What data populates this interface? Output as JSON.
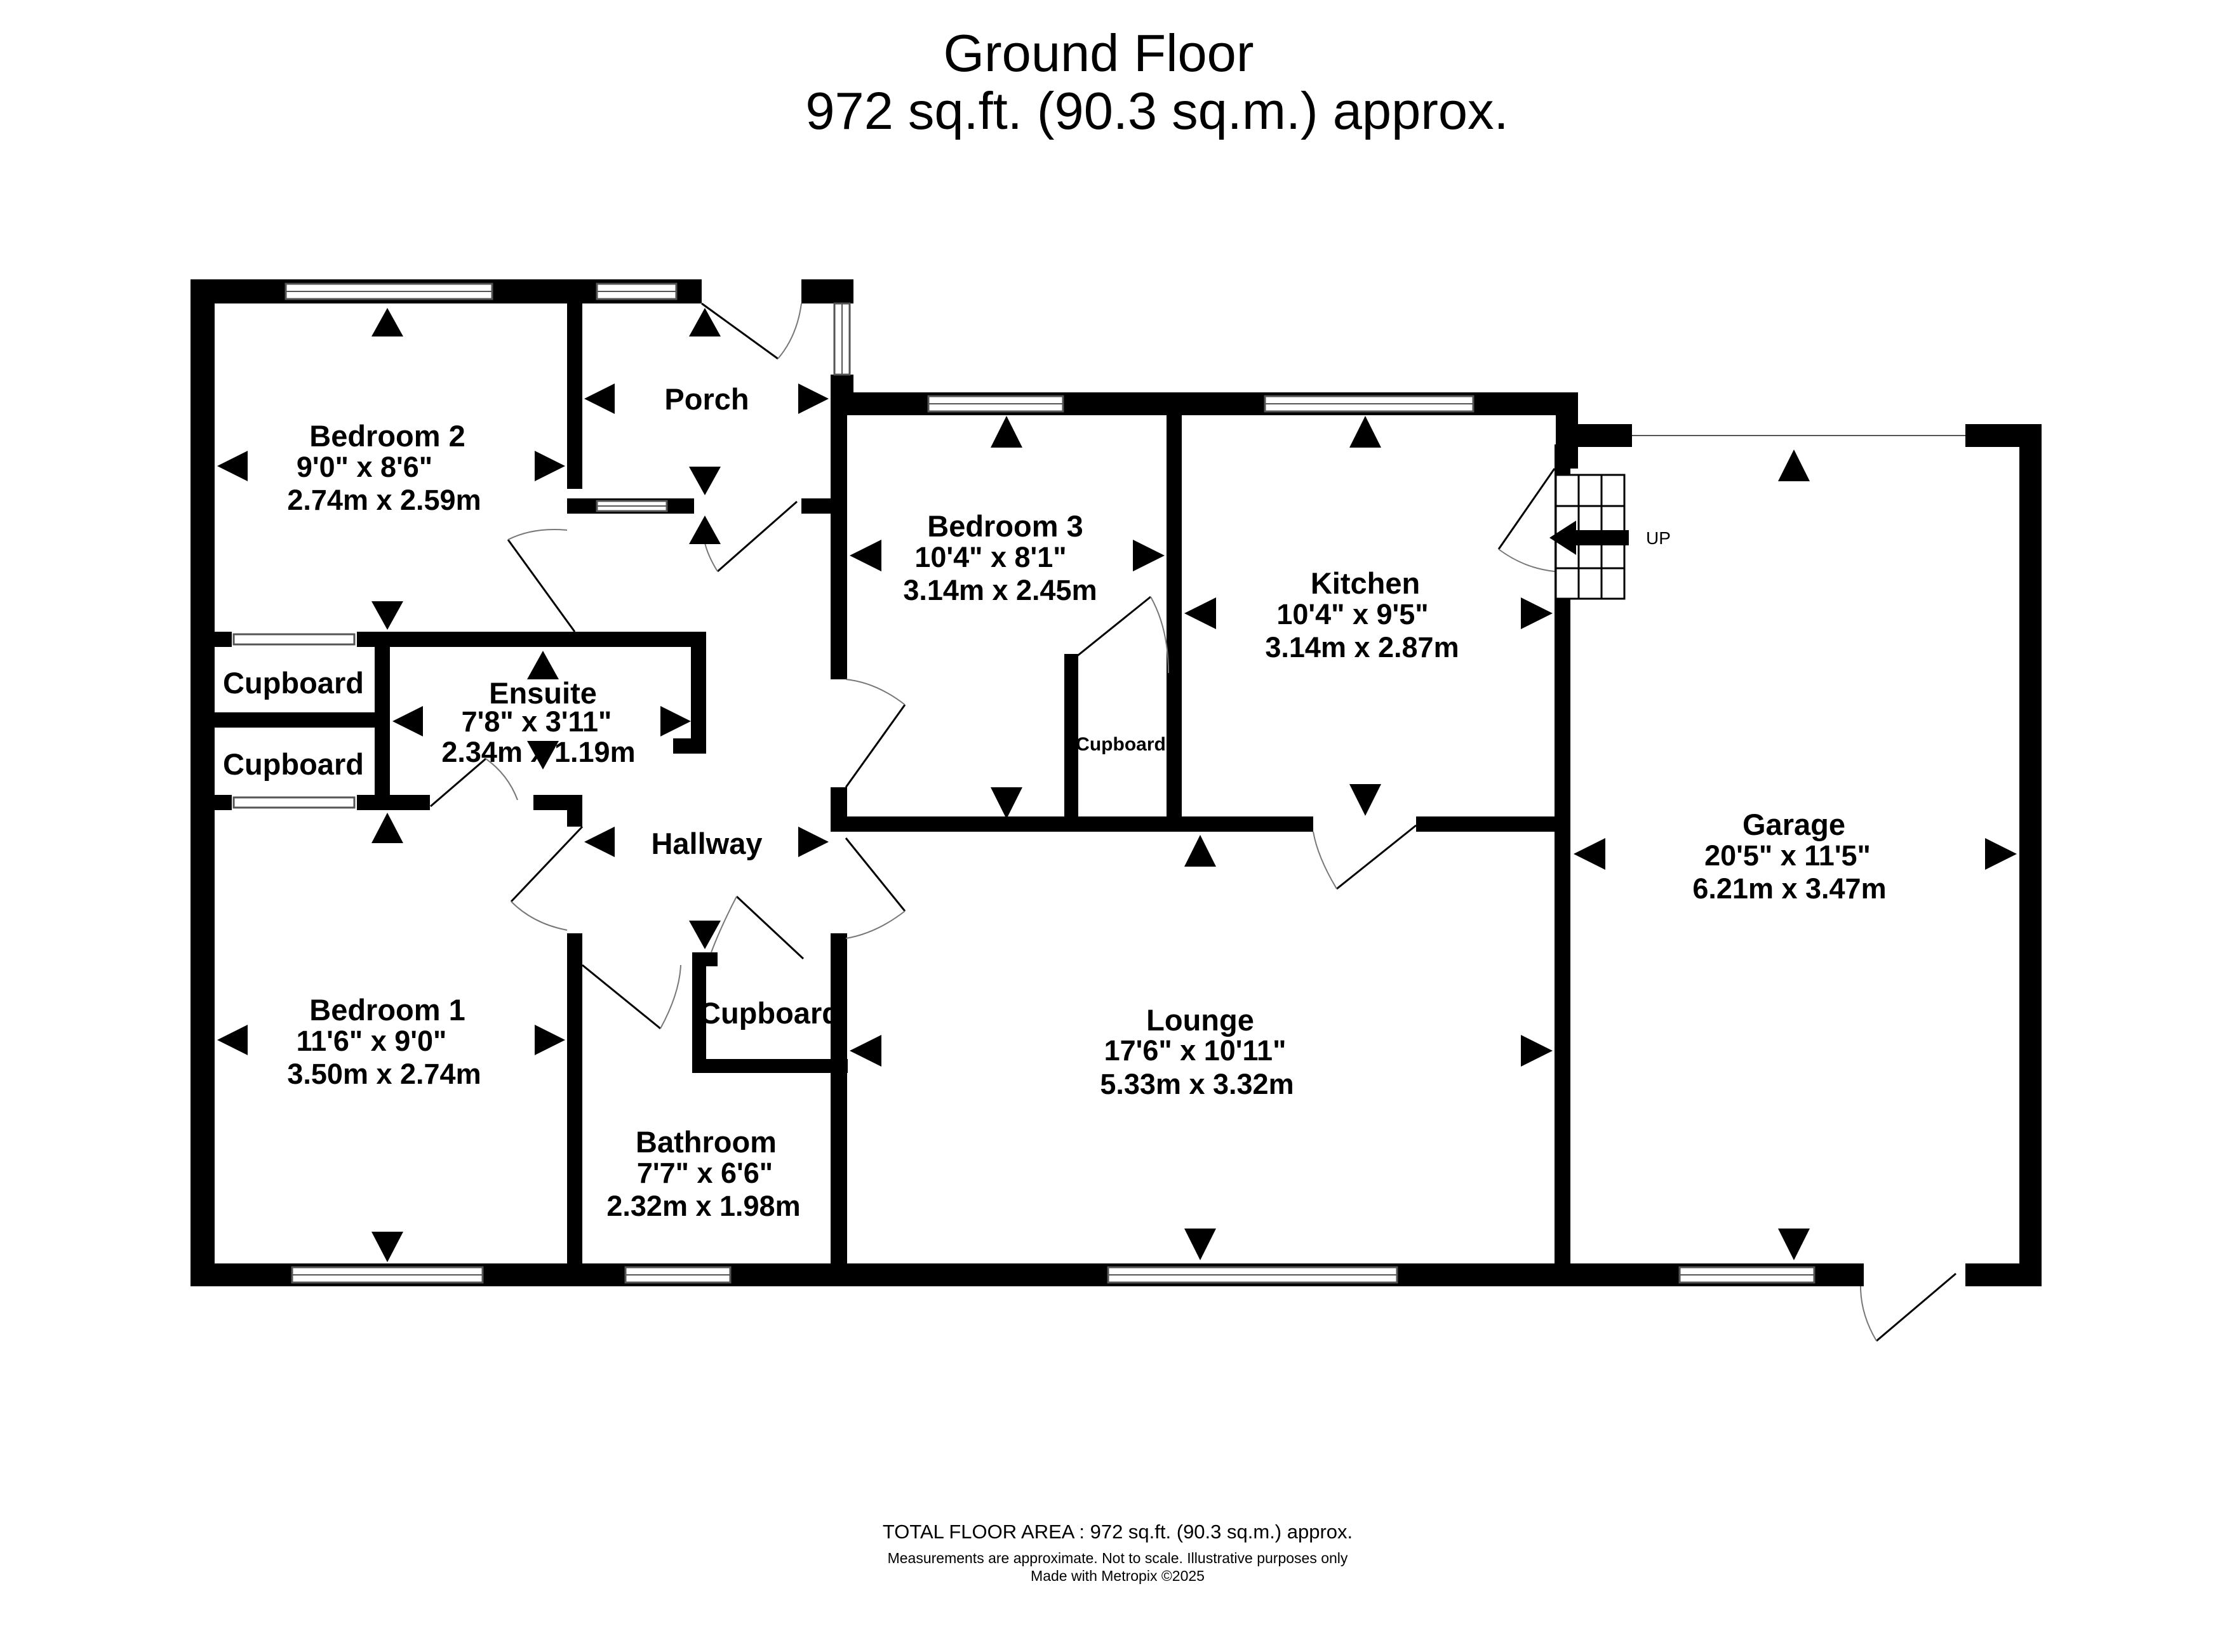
{
  "header": {
    "title": "Ground Floor",
    "area": "972 sq.ft. (90.3 sq.m.) approx."
  },
  "rooms": {
    "bedroom2": {
      "name": "Bedroom 2",
      "imperial": "9'0\"  x 8'6\"",
      "metric": "2.74m  x 2.59m"
    },
    "porch": {
      "name": "Porch"
    },
    "bedroom3": {
      "name": "Bedroom 3",
      "imperial": "10'4\"  x 8'1\"",
      "metric": "3.14m  x 2.45m"
    },
    "kitchen": {
      "name": "Kitchen",
      "imperial": "10'4\"  x 9'5\"",
      "metric": "3.14m  x 2.87m"
    },
    "ensuite": {
      "name": "Ensuite",
      "imperial": "7'8\"  x 3'11\"",
      "metric": "2.34m  x 1.19m"
    },
    "hallway": {
      "name": "Hallway"
    },
    "garage": {
      "name": "Garage",
      "imperial": "20'5\"  x 11'5\"",
      "metric": "6.21m  x 3.47m"
    },
    "bedroom1": {
      "name": "Bedroom 1",
      "imperial": "11'6\"  x 9'0\"",
      "metric": "3.50m  x 2.74m"
    },
    "lounge": {
      "name": "Lounge",
      "imperial": "17'6\"  x 10'11\"",
      "metric": "5.33m  x 3.32m"
    },
    "bathroom": {
      "name": "Bathroom",
      "imperial": "7'7\"  x 6'6\"",
      "metric": "2.32m  x 1.98m"
    }
  },
  "cupboards": {
    "upper": "Cupboard",
    "lower": "Cupboard",
    "bedroom3": "Cupboard",
    "hall": "Cupboard"
  },
  "stairs_label": "UP",
  "footer": {
    "total_area": "TOTAL FLOOR AREA : 972 sq.ft. (90.3 sq.m.) approx.",
    "disclaimer": "Measurements are approximate.  Not to scale.  Illustrative purposes only",
    "credit": "Made with Metropix ©2025"
  }
}
